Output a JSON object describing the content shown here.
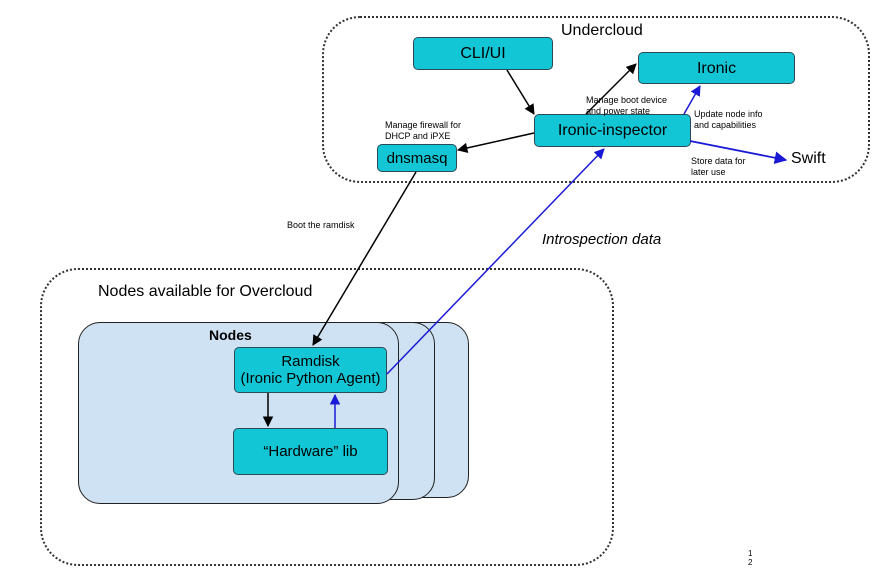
{
  "undercloud": {
    "title": "Undercloud",
    "cli_ui": "CLI/UI",
    "ironic": "Ironic",
    "ironic_inspector": "Ironic-inspector",
    "dnsmasq": "dnsmasq",
    "swift": "Swift"
  },
  "overcloud": {
    "title": "Nodes available for Overcloud",
    "nodes_title": "Nodes",
    "ramdisk": "Ramdisk\n(Ironic Python Agent)",
    "hardware_lib": "“Hardware” lib"
  },
  "labels": {
    "manage_boot": "Manage boot device\nand power state",
    "manage_firewall": "Manage firewall for\nDHCP and iPXE",
    "update_node": "Update node info\nand capabilities",
    "store_data": "Store data for\nlater use",
    "boot_ramdisk": "Boot the ramdisk",
    "introspection": "Introspection data"
  },
  "page_number": "1\n2",
  "colors": {
    "box_fill": "#12c6d6",
    "node_card_fill": "#cfe2f3",
    "black_arrow": "#000000",
    "blue_arrow": "#1a1ad6"
  }
}
